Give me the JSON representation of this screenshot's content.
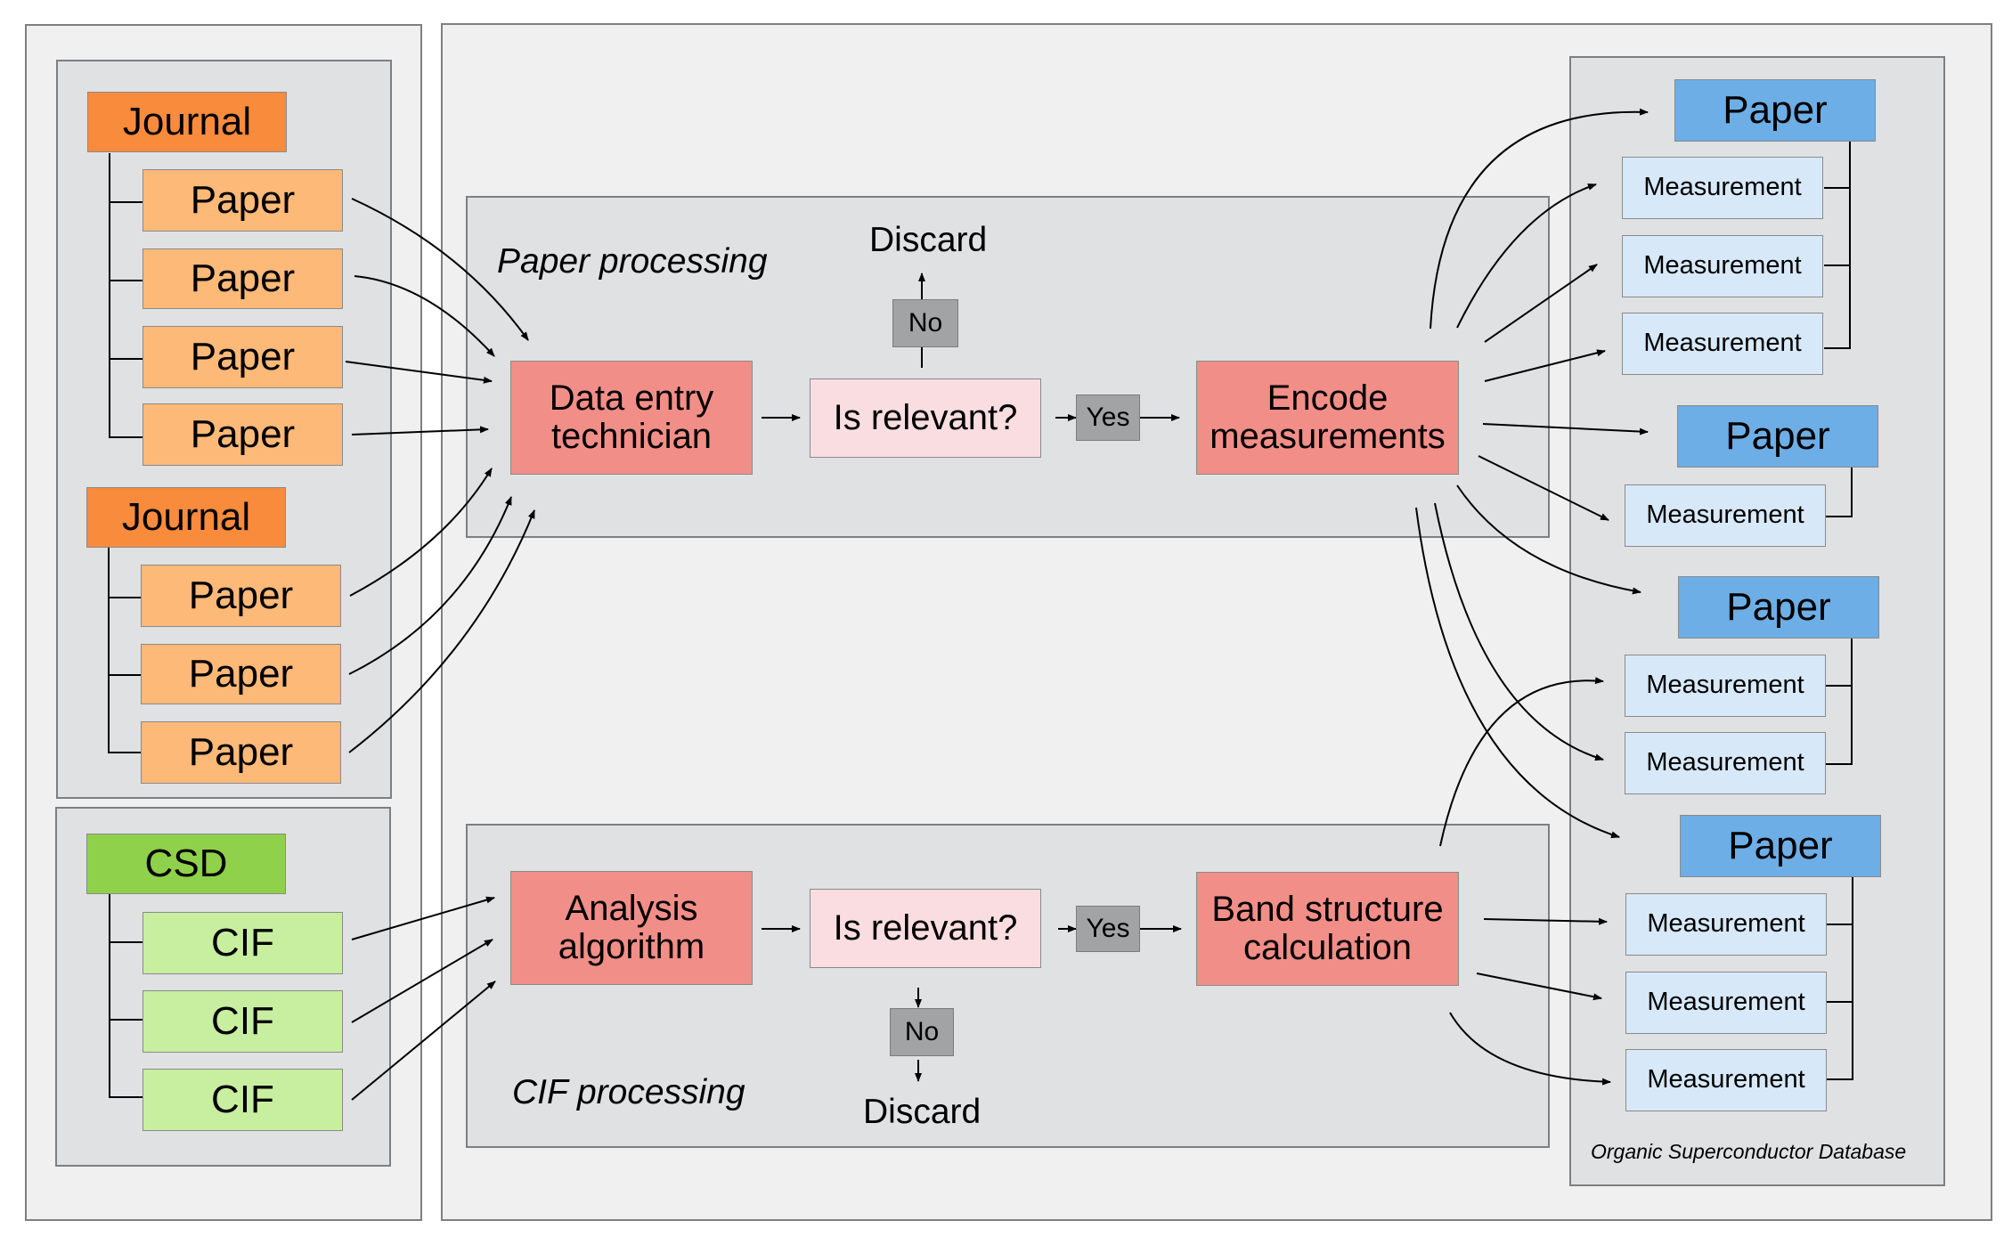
{
  "sources": {
    "groups": [
      {
        "journal": "Journal",
        "papers": [
          "Paper",
          "Paper",
          "Paper",
          "Paper"
        ]
      },
      {
        "journal": "Journal",
        "papers": [
          "Paper",
          "Paper",
          "Paper"
        ]
      }
    ],
    "csd": {
      "label": "CSD",
      "cifs": [
        "CIF",
        "CIF",
        "CIF"
      ]
    }
  },
  "paper_processing": {
    "title": "Paper processing",
    "technician": "Data entry technician",
    "question": "Is relevant?",
    "no_label": "No",
    "yes_label": "Yes",
    "discard_label": "Discard",
    "encode": "Encode measurements"
  },
  "cif_processing": {
    "title": "CIF processing",
    "algorithm": "Analysis algorithm",
    "question": "Is relevant?",
    "no_label": "No",
    "yes_label": "Yes",
    "discard_label": "Discard",
    "calculation": "Band structure calculation"
  },
  "database": {
    "title": "Organic Superconductor Database",
    "papers": [
      {
        "label": "Paper",
        "measurements": [
          "Measurement",
          "Measurement",
          "Measurement"
        ]
      },
      {
        "label": "Paper",
        "measurements": [
          "Measurement"
        ]
      },
      {
        "label": "Paper",
        "measurements": [
          "Measurement",
          "Measurement"
        ]
      },
      {
        "label": "Paper",
        "measurements": [
          "Measurement",
          "Measurement",
          "Measurement"
        ]
      }
    ]
  },
  "colors": {
    "journal": "#f98b3c",
    "paper_source": "#fdb978",
    "csd": "#8fd14a",
    "cif": "#c8eea0",
    "process": "#f28e88",
    "question": "#fadde1",
    "tag": "#a2a3a4",
    "db_paper": "#6daee6",
    "db_measurement": "#d7e8f8"
  }
}
